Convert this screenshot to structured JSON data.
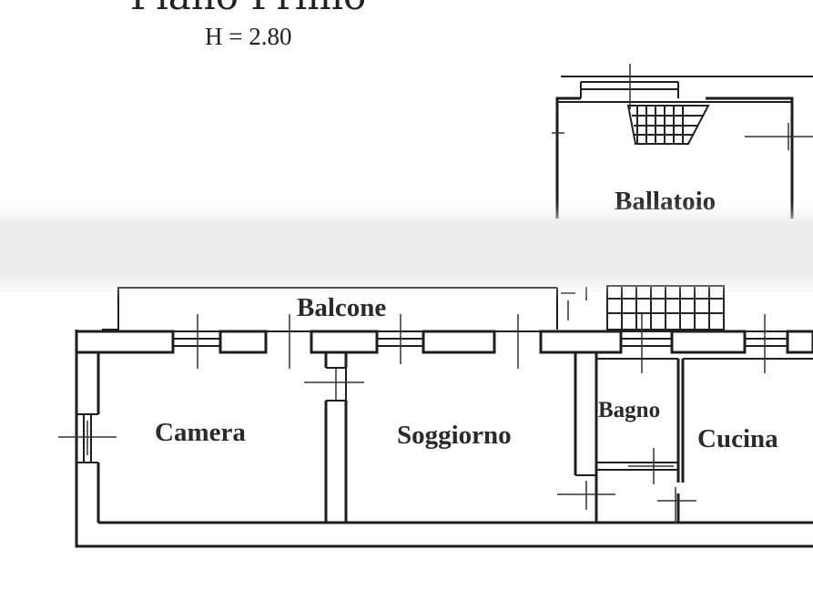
{
  "plan": {
    "title": "Piano Primo",
    "height_label": "H = 2.80"
  },
  "rooms": {
    "ballatoio": "Ballatoio",
    "balcone": "Balcone",
    "camera": "Camera",
    "soggiorno": "Soggiorno",
    "bagno": "Bagno",
    "cucina": "Cucina"
  },
  "colors": {
    "ink": "#1e1e1e",
    "paper": "#ffffff",
    "blur_band": "#e9e9e9"
  }
}
